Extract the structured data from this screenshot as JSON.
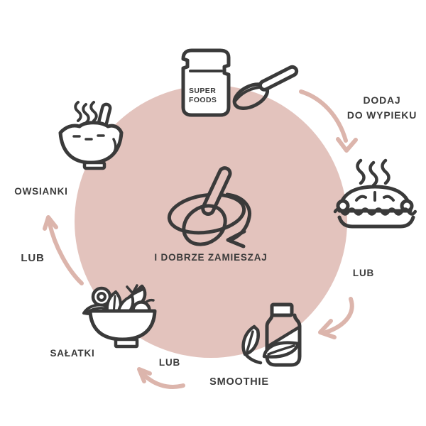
{
  "colors": {
    "background": "#ffffff",
    "circle": "#e3c3bd",
    "arrow": "#dcb5ac",
    "ink": "#3a3a3a",
    "text": "#3b3b3b"
  },
  "jar": {
    "line1": "SUPER",
    "line2": "FOODS"
  },
  "center": {
    "label": "I DOBRZE ZAMIESZAJ"
  },
  "labels": {
    "dodaj_line1": "DODAJ",
    "dodaj_line2": "DO WYPIEKU",
    "lub_right": "LUB",
    "smoothie": "SMOOTHIE",
    "lub_bottom": "LUB",
    "salatki": "SAŁATKI",
    "lub_left": "LUB",
    "owsianki": "OWSIANKI"
  },
  "icons": {
    "superfoods-jar-icon": "jar labelled SUPER FOODS",
    "spoon-icon": "spoon with scoop of powder",
    "pie-icon": "steaming pie on a plate",
    "smoothie-bottle-icon": "smoothie bottle with leaves",
    "salad-bowl-icon": "salad bowl with fruit and leaves",
    "porridge-bowl-icon": "steaming porridge bowl with spoon",
    "stir-bowl-icon": "spoon stirring a bowl with circular arrow",
    "arrow-top-right-icon": "pink curved arrow from spoon to pie",
    "arrow-right-icon": "pink curved arrow from pie to smoothie",
    "arrow-bottom-icon": "pink curved arrow from smoothie to salad",
    "arrow-left-icon": "pink curved arrow from salad to porridge"
  }
}
